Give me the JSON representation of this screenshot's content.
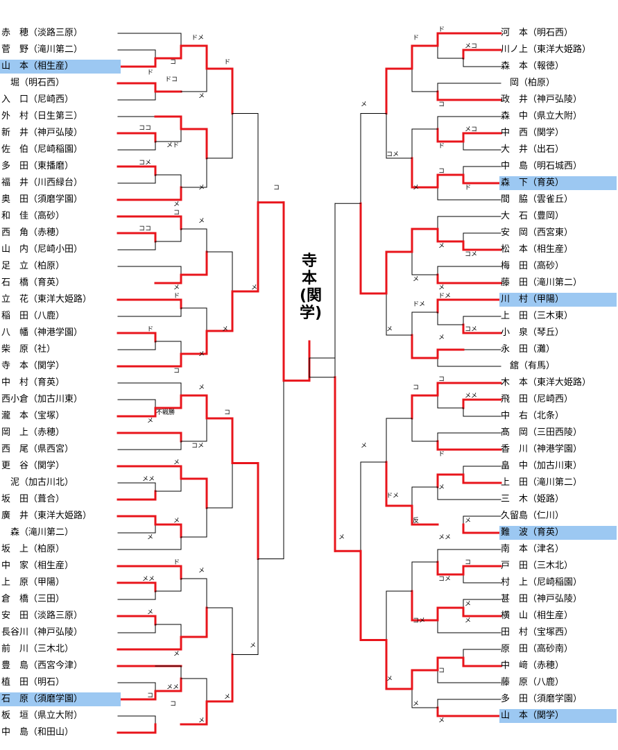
{
  "left_players": [
    {
      "name": "赤　穂",
      "school": "淡路三原",
      "hl": false
    },
    {
      "name": "菅　野",
      "school": "滝川第二",
      "hl": false
    },
    {
      "name": "山　本",
      "school": "相生産",
      "hl": true
    },
    {
      "name": "　堀",
      "school": "明石西",
      "hl": false
    },
    {
      "name": "入　口",
      "school": "尼崎西",
      "hl": false
    },
    {
      "name": "外　村",
      "school": "日生第三",
      "hl": false
    },
    {
      "name": "新　井",
      "school": "神戸弘陵",
      "hl": false
    },
    {
      "name": "佐　伯",
      "school": "尼崎稲園",
      "hl": false
    },
    {
      "name": "多　田",
      "school": "東播磨",
      "hl": false
    },
    {
      "name": "福　井",
      "school": "川西緑台",
      "hl": false
    },
    {
      "name": "奥　田",
      "school": "須磨学園",
      "hl": false
    },
    {
      "name": "和　佳",
      "school": "高砂",
      "hl": false
    },
    {
      "name": "西　角",
      "school": "赤穂",
      "hl": false
    },
    {
      "name": "山　内",
      "school": "尼崎小田",
      "hl": false
    },
    {
      "name": "足　立",
      "school": "柏原",
      "hl": false
    },
    {
      "name": "石　橋",
      "school": "育英",
      "hl": false
    },
    {
      "name": "立　花",
      "school": "東洋大姫路",
      "hl": false
    },
    {
      "name": "稲　田",
      "school": "八鹿",
      "hl": false
    },
    {
      "name": "八　幡",
      "school": "神港学園",
      "hl": false
    },
    {
      "name": "柴　原",
      "school": "社",
      "hl": false
    },
    {
      "name": "寺　本",
      "school": "関学",
      "hl": false
    },
    {
      "name": "中　村",
      "school": "育英",
      "hl": false
    },
    {
      "name": "西小倉",
      "school": "加古川東",
      "hl": false
    },
    {
      "name": "瀧　本",
      "school": "宝塚",
      "hl": false
    },
    {
      "name": "岡　上",
      "school": "赤穂",
      "hl": false
    },
    {
      "name": "西　尾",
      "school": "県西宮",
      "hl": false
    },
    {
      "name": "更　谷",
      "school": "関学",
      "hl": false
    },
    {
      "name": "　泥",
      "school": "加古川北",
      "hl": false
    },
    {
      "name": "坂　田",
      "school": "葺合",
      "hl": false
    },
    {
      "name": "廣　井",
      "school": "東洋大姫路",
      "hl": false
    },
    {
      "name": "　森",
      "school": "滝川第二",
      "hl": false
    },
    {
      "name": "坂　上",
      "school": "柏原",
      "hl": false
    },
    {
      "name": "中　家",
      "school": "相生産",
      "hl": false
    },
    {
      "name": "上　原",
      "school": "甲陽",
      "hl": false
    },
    {
      "name": "倉　橋",
      "school": "三田",
      "hl": false
    },
    {
      "name": "安　田",
      "school": "淡路三原",
      "hl": false
    },
    {
      "name": "長谷川",
      "school": "神戸弘陵",
      "hl": false
    },
    {
      "name": "前　川",
      "school": "三木北",
      "hl": false
    },
    {
      "name": "豊　島",
      "school": "西宮今津",
      "hl": false
    },
    {
      "name": "植　田",
      "school": "明石",
      "hl": false
    },
    {
      "name": "石　原",
      "school": "須磨学園",
      "hl": true
    },
    {
      "name": "板　垣",
      "school": "県立大附",
      "hl": false
    },
    {
      "name": "中　島",
      "school": "和田山",
      "hl": false
    }
  ],
  "right_players": [
    {
      "name": "河　本",
      "school": "明石西",
      "hl": false
    },
    {
      "name": "川ノ上",
      "school": "東洋大姫路",
      "hl": false
    },
    {
      "name": "森　本",
      "school": "報徳",
      "hl": false
    },
    {
      "name": "　岡",
      "school": "柏原",
      "hl": false
    },
    {
      "name": "政　井",
      "school": "神戸弘陵",
      "hl": false
    },
    {
      "name": "森　中",
      "school": "県立大附",
      "hl": false
    },
    {
      "name": "中　西",
      "school": "関学",
      "hl": false
    },
    {
      "name": "大　井",
      "school": "出石",
      "hl": false
    },
    {
      "name": "中　島",
      "school": "明石城西",
      "hl": false
    },
    {
      "name": "森　下",
      "school": "育英",
      "hl": true
    },
    {
      "name": "間　脇",
      "school": "雲雀丘",
      "hl": false
    },
    {
      "name": "大　石",
      "school": "豊岡",
      "hl": false
    },
    {
      "name": "安　岡",
      "school": "西宮東",
      "hl": false
    },
    {
      "name": "松　本",
      "school": "相生産",
      "hl": false
    },
    {
      "name": "梅　田",
      "school": "高砂",
      "hl": false
    },
    {
      "name": "藤　田",
      "school": "滝川第二",
      "hl": false
    },
    {
      "name": "川　村",
      "school": "甲陽",
      "hl": true
    },
    {
      "name": "上　田",
      "school": "三木東",
      "hl": false
    },
    {
      "name": "小　泉",
      "school": "琴丘",
      "hl": false
    },
    {
      "name": "永　田",
      "school": "灘",
      "hl": false
    },
    {
      "name": "　舘",
      "school": "有馬",
      "hl": false
    },
    {
      "name": "木　本",
      "school": "東洋大姫路",
      "hl": false
    },
    {
      "name": "飛　田",
      "school": "尼崎西",
      "hl": false
    },
    {
      "name": "中　右",
      "school": "北条",
      "hl": false
    },
    {
      "name": "髙　岡",
      "school": "三田西陵",
      "hl": false
    },
    {
      "name": "香　川",
      "school": "神港学園",
      "hl": false
    },
    {
      "name": "畠　中",
      "school": "加古川東",
      "hl": false
    },
    {
      "name": "上　田",
      "school": "滝川第二",
      "hl": false
    },
    {
      "name": "三　木",
      "school": "姫路",
      "hl": false
    },
    {
      "name": "久留島",
      "school": "仁川",
      "hl": false
    },
    {
      "name": "難　波",
      "school": "育英",
      "hl": true
    },
    {
      "name": "南　本",
      "school": "津名",
      "hl": false
    },
    {
      "name": "戸　田",
      "school": "三木北",
      "hl": false
    },
    {
      "name": "村　上",
      "school": "尼崎稲園",
      "hl": false
    },
    {
      "name": "甚　田",
      "school": "神戸弘陵",
      "hl": false
    },
    {
      "name": "横　山",
      "school": "相生産",
      "hl": false
    },
    {
      "name": "田　村",
      "school": "宝塚西",
      "hl": false
    },
    {
      "name": "原　田",
      "school": "高砂南",
      "hl": false
    },
    {
      "name": "中　﨑",
      "school": "赤穂",
      "hl": false
    },
    {
      "name": "藤　原",
      "school": "八鹿",
      "hl": false
    },
    {
      "name": "多　田",
      "school": "須磨学園",
      "hl": false
    },
    {
      "name": "山　本",
      "school": "関学",
      "hl": true
    }
  ],
  "champion": "寺本(関学)",
  "notes": {
    "forfeit": "不戦勝"
  },
  "colors": {
    "win_line": "#e8141b",
    "loss_line": "#000000",
    "highlight": "#9cc8f2"
  }
}
